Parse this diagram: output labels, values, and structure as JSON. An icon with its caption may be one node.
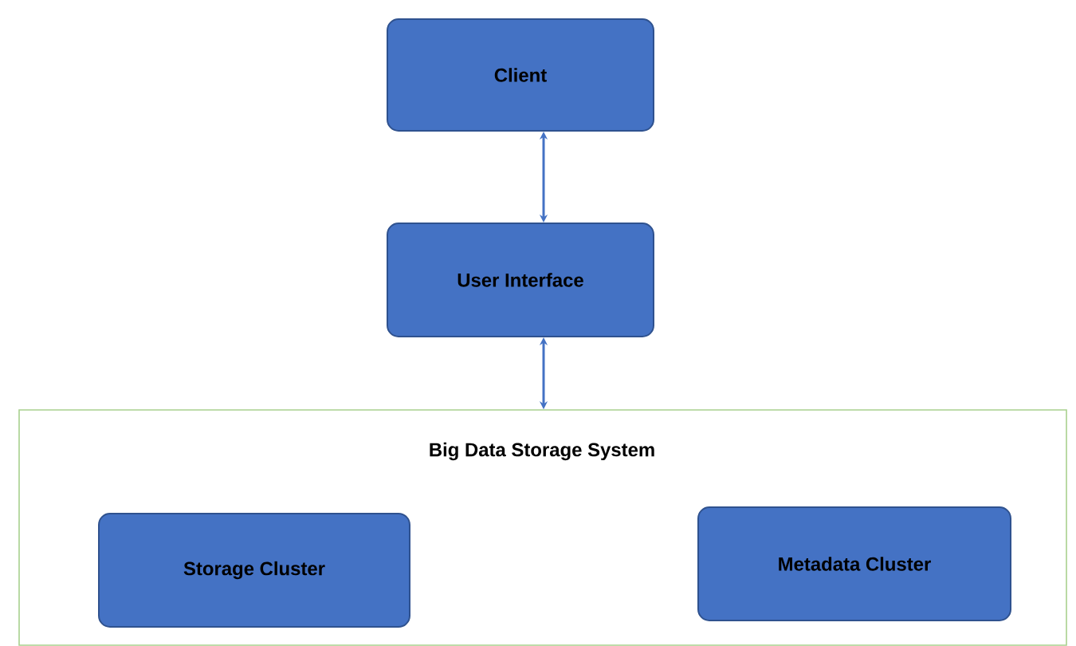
{
  "diagram": {
    "nodes": [
      {
        "text": [
          "Client"
        ]
      },
      {
        "text": [
          "User Interface"
        ]
      },
      {
        "text": [
          "Big Data Storage System"
        ]
      },
      {
        "text": [
          "Storage Cluster"
        ],
        "in": 2
      },
      {
        "text": [
          "Metadata Cluster"
        ],
        "in": 2
      }
    ],
    "edges": [
      {
        "from": 0,
        "to": 1,
        "arrow": "both"
      },
      {
        "from": 1,
        "to": 2,
        "arrow": "both"
      }
    ]
  }
}
